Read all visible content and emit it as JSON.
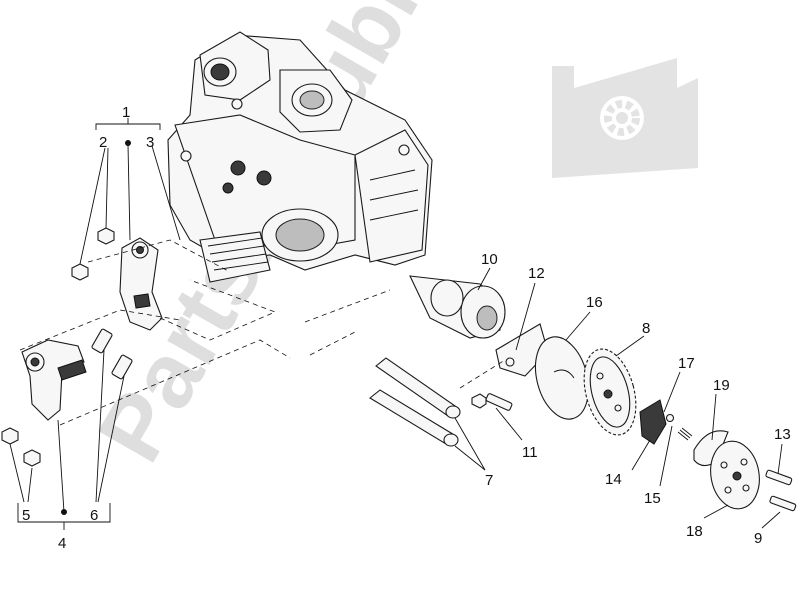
{
  "watermark": {
    "text": "PartsRepublik",
    "logo_icon": "gear-icon"
  },
  "callouts": [
    {
      "id": "1",
      "label": "1"
    },
    {
      "id": "2",
      "label": "2"
    },
    {
      "id": "3",
      "label": "3"
    },
    {
      "id": "4",
      "label": "4"
    },
    {
      "id": "5",
      "label": "5"
    },
    {
      "id": "6",
      "label": "6"
    },
    {
      "id": "7",
      "label": "7"
    },
    {
      "id": "8",
      "label": "8"
    },
    {
      "id": "9",
      "label": "9"
    },
    {
      "id": "10",
      "label": "10"
    },
    {
      "id": "11",
      "label": "11"
    },
    {
      "id": "12",
      "label": "12"
    },
    {
      "id": "13",
      "label": "13"
    },
    {
      "id": "14",
      "label": "14"
    },
    {
      "id": "15",
      "label": "15"
    },
    {
      "id": "16",
      "label": "16"
    },
    {
      "id": "17",
      "label": "17"
    },
    {
      "id": "18",
      "label": "18"
    },
    {
      "id": "19",
      "label": "19"
    }
  ]
}
